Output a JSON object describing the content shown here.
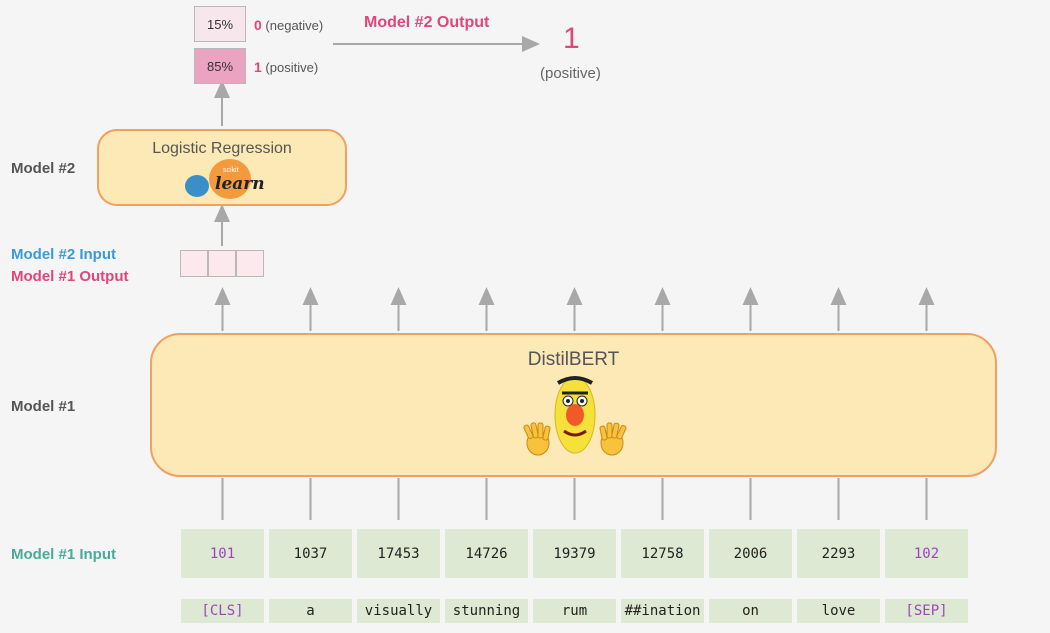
{
  "output": {
    "rows": [
      {
        "pct": "15%",
        "cls": "0",
        "name": "(negative)",
        "fill": "#f7e6ec"
      },
      {
        "pct": "85%",
        "cls": "1",
        "name": "(positive)",
        "fill": "#eba3c2"
      }
    ],
    "model2_output_title": "Model #2 Output",
    "final_value": "1",
    "final_label": "(positive)"
  },
  "model2": {
    "side_label": "Model #2",
    "box_title": "Logistic Regression",
    "logo_small": "scikit",
    "logo_word": "learn"
  },
  "io_labels": {
    "model2_input": "Model #2 Input",
    "model1_output": "Model #1 Output"
  },
  "model1": {
    "side_label": "Model #1",
    "box_title": "DistilBERT",
    "input_label": "Model #1 Input"
  },
  "tokens": [
    {
      "id": "101",
      "text": "[CLS]",
      "special": true
    },
    {
      "id": "1037",
      "text": "a",
      "special": false
    },
    {
      "id": "17453",
      "text": "visually",
      "special": false
    },
    {
      "id": "14726",
      "text": "stunning",
      "special": false
    },
    {
      "id": "19379",
      "text": "rum",
      "special": false
    },
    {
      "id": "12758",
      "text": "##ination",
      "special": false
    },
    {
      "id": "2006",
      "text": "on",
      "special": false
    },
    {
      "id": "2293",
      "text": "love",
      "special": false
    },
    {
      "id": "102",
      "text": "[SEP]",
      "special": true
    }
  ],
  "colors": {
    "pink": "#e0457b",
    "blue": "#3a9bd8",
    "teal": "#4aab9a",
    "box_fill": "#fde9b6",
    "box_border": "#f0a060",
    "token_fill": "#dde9d2"
  }
}
